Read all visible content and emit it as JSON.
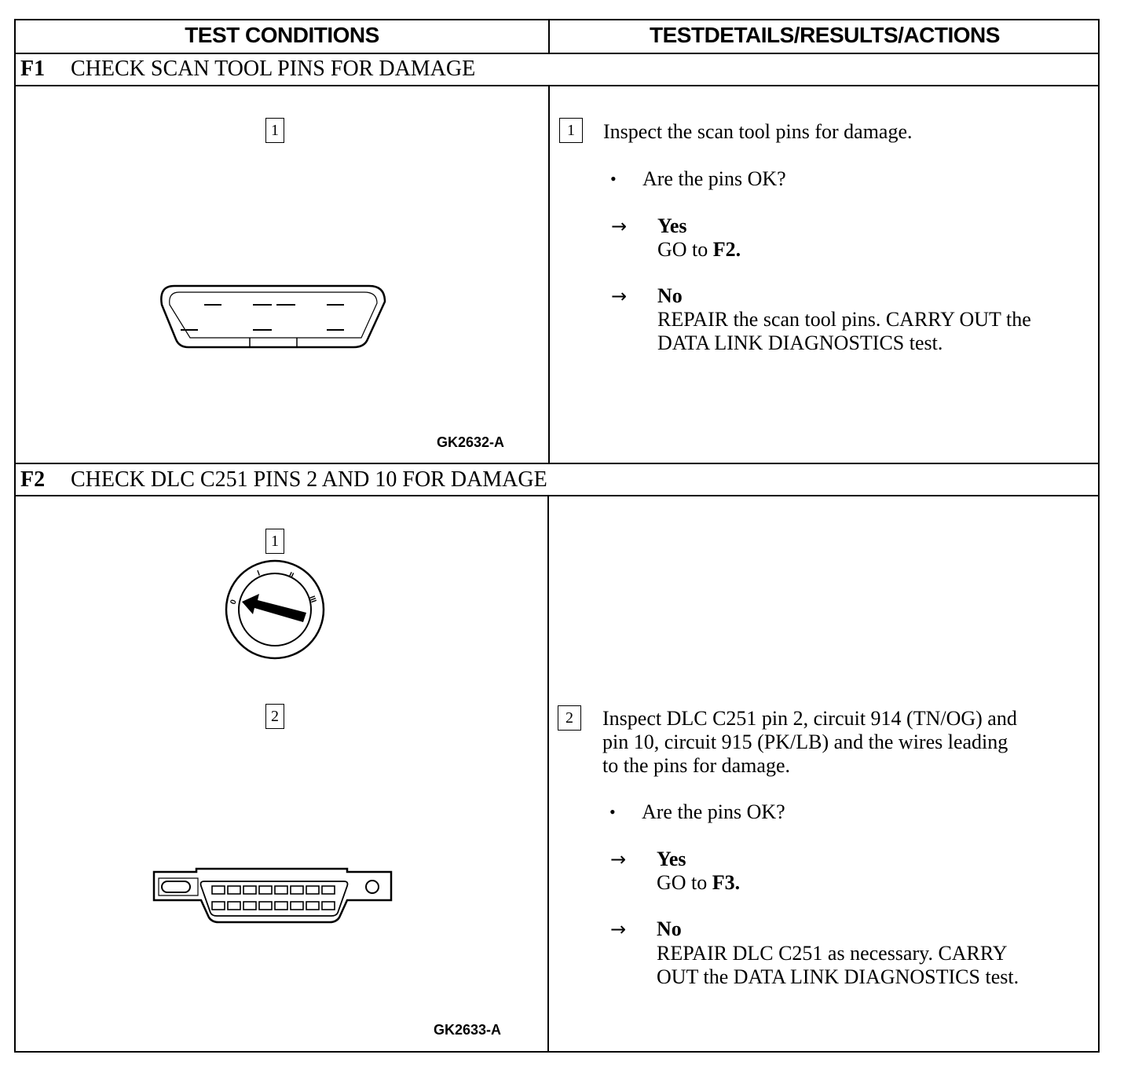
{
  "columns": {
    "left": "TEST CONDITIONS",
    "right": "TESTDETAILS/RESULTS/ACTIONS"
  },
  "sections": [
    {
      "id": "F1",
      "title": "CHECK SCAN TOOL PINS FOR DAMAGE",
      "figure_steps": [
        "1"
      ],
      "figure_id": "GK2632-A",
      "step": {
        "number": "1",
        "instruction": "Inspect the scan tool pins for damage.",
        "question": "Are the pins OK?",
        "yes_label": "Yes",
        "yes_action_prefix": "GO to ",
        "yes_action_target": "F2.",
        "no_label": "No",
        "no_action_lines": [
          "REPAIR the scan tool pins. CARRY OUT the",
          "DATA LINK DIAGNOSTICS test."
        ]
      }
    },
    {
      "id": "F2",
      "title": "CHECK DLC C251 PINS 2 AND 10 FOR DAMAGE",
      "figure_steps": [
        "1",
        "2"
      ],
      "figure_id": "GK2633-A",
      "ignition_labels": [
        "0",
        "I",
        "II",
        "III"
      ],
      "step": {
        "number": "2",
        "instruction_lines": [
          "Inspect DLC C251 pin 2, circuit 914 (TN/OG) and",
          "pin 10, circuit 915 (PK/LB) and the wires leading",
          "to the pins for damage."
        ],
        "question": "Are the pins OK?",
        "yes_label": "Yes",
        "yes_action_prefix": "GO to ",
        "yes_action_target": "F3.",
        "no_label": "No",
        "no_action_lines": [
          "REPAIR DLC C251 as necessary. CARRY",
          "OUT the DATA LINK DIAGNOSTICS test."
        ]
      }
    }
  ],
  "symbols": {
    "bullet": "•",
    "arrow": "→"
  }
}
